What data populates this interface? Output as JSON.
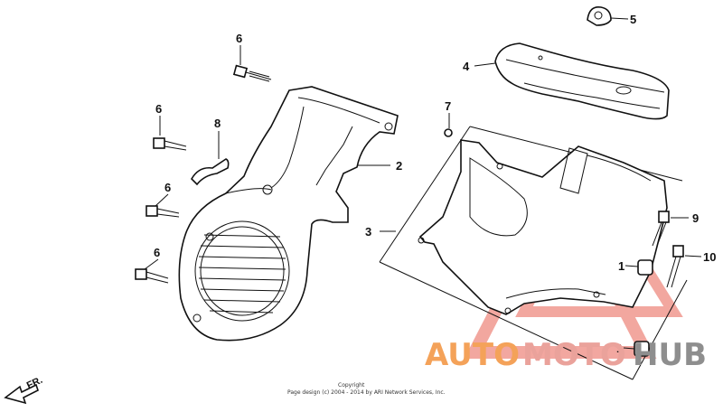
{
  "callouts": {
    "c1a": "1",
    "c1b": "1",
    "c2": "2",
    "c3": "3",
    "c4": "4",
    "c5": "5",
    "c6a": "6",
    "c6b": "6",
    "c6c": "6",
    "c6d": "6",
    "c7": "7",
    "c8": "8",
    "c9": "9",
    "c10": "10"
  },
  "front_marker": "FR.",
  "copyright": {
    "line1": "Copyright",
    "line2": "Page design (c) 2004 - 2014 by ARI Network Services, Inc."
  },
  "watermark": {
    "part_auto": "AUTO",
    "part_moto": "MOTO",
    "part_hub": "HUB",
    "colors": {
      "auto": "#f4a259",
      "moto": "#eaa29b",
      "hub": "#8e8e8e",
      "triangle": "#ee8a80"
    }
  }
}
